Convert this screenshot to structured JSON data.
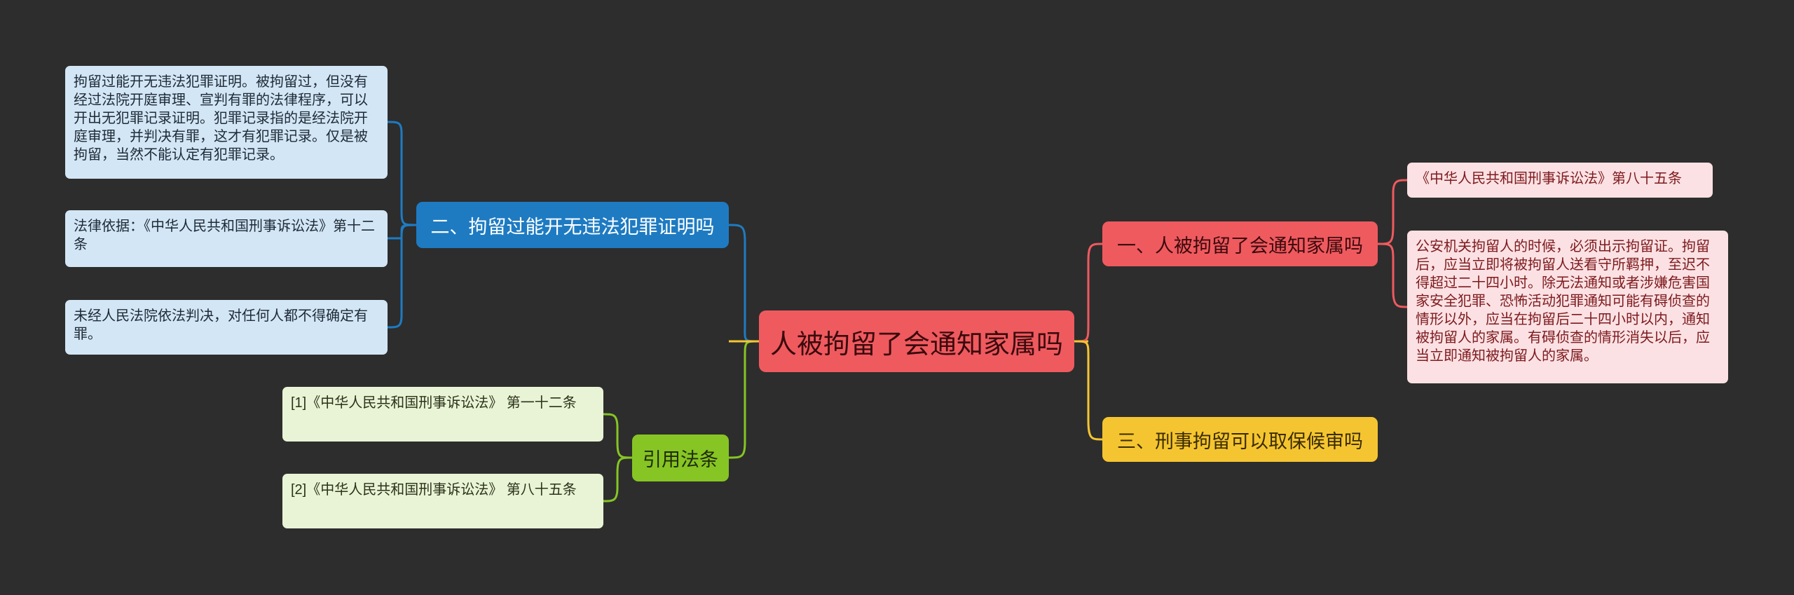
{
  "root": {
    "title": "人被拘留了会通知家属吗"
  },
  "branches": {
    "left_top": {
      "label": "二、拘留过能开无违法犯罪证明吗",
      "color": "#1e7bc2",
      "children": [
        "拘留过能开无违法犯罪证明。被拘留过，但没有经过法院开庭审理、宣判有罪的法律程序，可以开出无犯罪记录证明。犯罪记录指的是经法院开庭审理，并判决有罪，这才有犯罪记录。仅是被拘留，当然不能认定有犯罪记录。",
        "法律依据：《中华人民共和国刑事诉讼法》第十二条",
        "未经人民法院依法判决，对任何人都不得确定有罪。"
      ]
    },
    "left_bottom": {
      "label": "引用法条",
      "color": "#86c524",
      "children": [
        "[1]《中华人民共和国刑事诉讼法》 第一十二条",
        "[2]《中华人民共和国刑事诉讼法》 第八十五条"
      ]
    },
    "right_top": {
      "label": "一、人被拘留了会通知家属吗",
      "color": "#ef5a5f",
      "children": [
        "《中华人民共和国刑事诉讼法》第八十五条",
        "公安机关拘留人的时候，必须出示拘留证。拘留后，应当立即将被拘留人送看守所羁押，至迟不得超过二十四小时。除无法通知或者涉嫌危害国家安全犯罪、恐怖活动犯罪通知可能有碍侦查的情形以外，应当在拘留后二十四小时以内，通知被拘留人的家属。有碍侦查的情形消失以后，应当立即通知被拘留人的家属。"
      ]
    },
    "right_bottom": {
      "label": "三、刑事拘留可以取保候审吗",
      "color": "#f5c531"
    }
  }
}
